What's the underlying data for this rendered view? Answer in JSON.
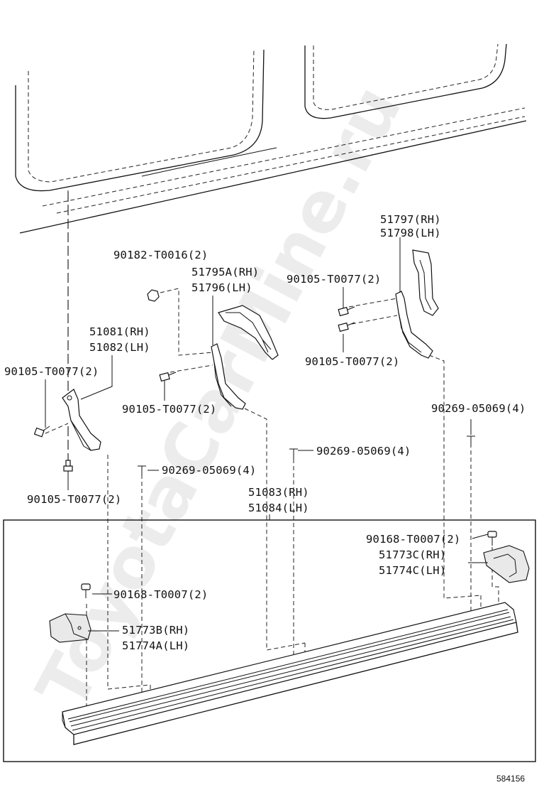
{
  "labels": {
    "l1": "51797(RH)",
    "l2": "51798(LH)",
    "l3": "90182-T0016(2)",
    "l4": "51795A(RH)",
    "l5": "51796(LH)",
    "l6": "90105-T0077(2)",
    "l7": "51081(RH)",
    "l8": "51082(LH)",
    "l9": "90105-T0077(2)",
    "l10": "90105-T0077(2)",
    "l11": "90105-T0077(2)",
    "l12": "90269-05069(4)",
    "l13": "90269-05069(4)",
    "l14": "90269-05069(4)",
    "l15": "90105-T0077(2)",
    "l16": "51083(RH)",
    "l17": "51084(LH)",
    "l18": "90168-T0007(2)",
    "l19": "51773C(RH)",
    "l20": "51774C(LH)",
    "l21": "90168-T0007(2)",
    "l22": "51773B(RH)",
    "l23": "51774A(LH)"
  },
  "diagram_number": "584156",
  "watermark": "ToyotaCarMine.ru"
}
